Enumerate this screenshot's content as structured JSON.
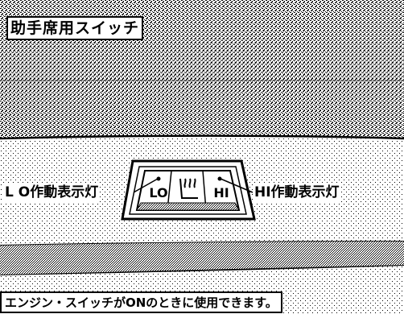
{
  "title": "助手席用スイッチ",
  "labels": {
    "lo_indicator": "L O作動表示灯",
    "hi_indicator": "HI作動表示灯"
  },
  "switch": {
    "left_symbol": "LO",
    "center_symbol": "seat",
    "right_symbol": "HI"
  },
  "note": "エンジン・スイッチがONのときに使用できます。",
  "colors": {
    "ink": "#000000",
    "paper": "#ffffff",
    "stipple": "#000000"
  }
}
